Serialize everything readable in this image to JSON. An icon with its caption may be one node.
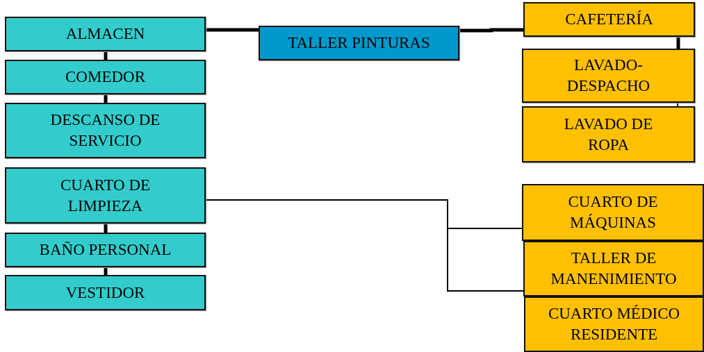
{
  "diagram": {
    "nodes": [
      {
        "text": [
          "ALMACEN"
        ]
      },
      {
        "text": [
          "COMEDOR"
        ]
      },
      {
        "text": [
          "DESCANSO DE SERVICIO"
        ]
      },
      {
        "text": [
          "CUARTO DE LIMPIEZA"
        ]
      },
      {
        "text": [
          "BAÑO PERSONAL"
        ]
      },
      {
        "text": [
          "VESTIDOR"
        ]
      },
      {
        "text": [
          "TALLER PINTURAS"
        ]
      },
      {
        "text": [
          "CAFETERÍA"
        ]
      },
      {
        "text": [
          "LAVADO- DESPACHO"
        ]
      },
      {
        "text": [
          "LAVADO DE ROPA"
        ]
      },
      {
        "text": [
          "CUARTO DE MÁQUINAS"
        ]
      },
      {
        "text": [
          "TALLER DE MANENIMIENTO"
        ]
      },
      {
        "text": [
          "CUARTO MÉDICO RESIDENTE"
        ]
      }
    ],
    "edges": [
      {
        "from": 0,
        "to": 1,
        "arrow": "none"
      },
      {
        "from": 1,
        "to": 2,
        "arrow": "none"
      },
      {
        "from": 3,
        "to": 4,
        "arrow": "none"
      },
      {
        "from": 4,
        "to": 5,
        "arrow": "none"
      },
      {
        "from": 0,
        "to": 6,
        "arrow": "none"
      },
      {
        "from": 6,
        "to": 7,
        "arrow": "none"
      },
      {
        "from": 7,
        "to": 8,
        "arrow": "none"
      },
      {
        "from": 8,
        "to": 9,
        "arrow": "none"
      },
      {
        "from": 3,
        "to": 10,
        "arrow": "none"
      },
      {
        "from": 3,
        "to": 11,
        "arrow": "none"
      }
    ]
  }
}
